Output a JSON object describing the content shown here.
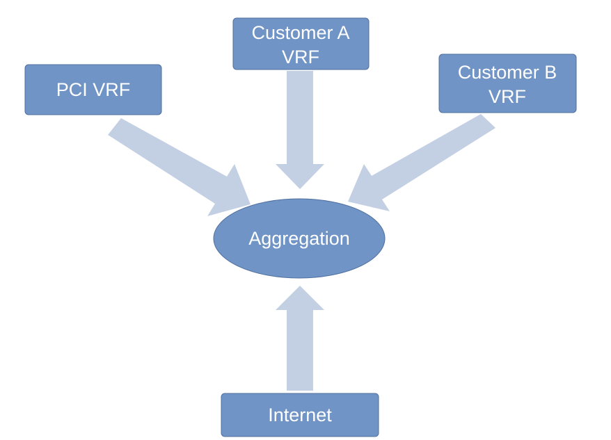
{
  "diagram": {
    "colors": {
      "node_fill": "#7094c5",
      "node_text": "#ffffff",
      "arrow_fill": "#c3cfe3"
    },
    "nodes": {
      "pci": {
        "label": "PCI VRF"
      },
      "customer_a": {
        "line1": "Customer A",
        "line2": "VRF"
      },
      "customer_b": {
        "line1": "Customer B",
        "line2": "VRF"
      },
      "aggregation": {
        "label": "Aggregation"
      },
      "internet": {
        "label": "Internet"
      }
    },
    "edges": [
      {
        "from": "PCI VRF",
        "to": "Aggregation"
      },
      {
        "from": "Customer A VRF",
        "to": "Aggregation"
      },
      {
        "from": "Customer B VRF",
        "to": "Aggregation"
      },
      {
        "from": "Internet",
        "to": "Aggregation"
      }
    ]
  }
}
